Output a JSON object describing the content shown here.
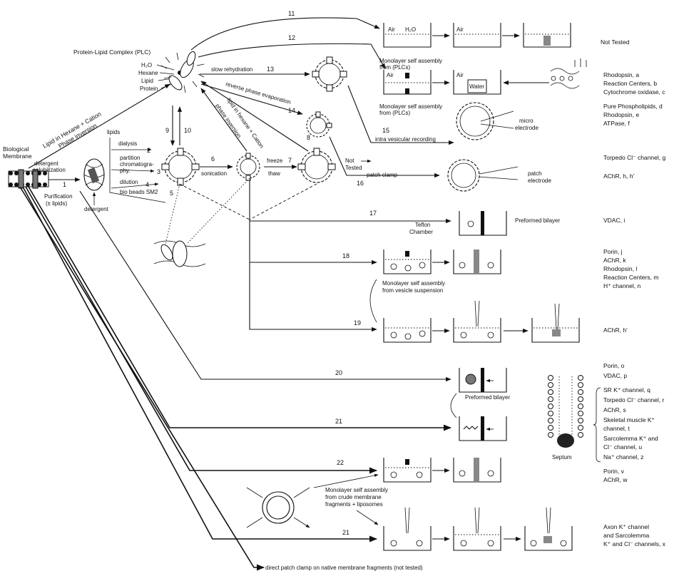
{
  "top": {
    "plc_label": "Protein-Lipid Complex (PLC)",
    "plc_components": [
      "H₂O",
      "Hexane",
      "Lipid",
      "Protein"
    ]
  },
  "left": {
    "bio_membrane": [
      "Biological",
      "Membrane"
    ],
    "detergent_solubilization": [
      "detergent",
      "solubilization"
    ],
    "step1": "1",
    "purification": [
      "Purification",
      "(± lipids)"
    ],
    "detergent": "detergent",
    "lipid_hexane_cation": "Lipid in Hexane + Cation",
    "phase_inversion": "Phase inversion"
  },
  "methods": {
    "lipids": "lipids",
    "dialysis": "dialysis",
    "n2": "2",
    "partition": [
      "partition",
      "chromatogra-",
      "phy."
    ],
    "n3": "3",
    "dilution": "dilution",
    "n4": "4",
    "biobeads": "bio beads SM2",
    "n5": "5",
    "n9": "9",
    "n10": "10",
    "n6": "6",
    "sonication": "sonication",
    "freeze": "freeze",
    "n7": "7",
    "thaw": "thaw",
    "n8": "8",
    "lipid_hexane_cation_2": "lipid in hexane + Cation",
    "phase_inversion_2": "phase inversion",
    "slow_rehydration": "slow rehydration",
    "n13": "13",
    "reverse_phase": "reverse phase evaporation",
    "n14": "14",
    "n15": "15",
    "intra_vesicular": "intra vesicular recording",
    "not_tested": [
      "Not",
      "Tested"
    ],
    "n16": "16",
    "patch_clamp": "patch clamp",
    "n11": "11",
    "n12": "12",
    "n17": "17",
    "n18": "18",
    "n19": "19",
    "n20": "20",
    "n21a": "21",
    "n22": "22",
    "n21b": "21",
    "direct_patch": "direct patch clamp on native membrane fragments (not tested)"
  },
  "apparatus": {
    "air": "Air",
    "h2o": "H₂O",
    "water": "Water",
    "monolayer_plc": [
      "Monolayer self assembly",
      "from (PLCs)"
    ],
    "micro_electrode": [
      "micro",
      "electrode"
    ],
    "patch_electrode": [
      "patch",
      "electrode"
    ],
    "teflon_chamber": [
      "Teflon",
      "Chamber"
    ],
    "preformed_bilayer": "Preformed bilayer",
    "monolayer_vesicle": [
      "Monolayer self assembly",
      "from vesicle suspension"
    ],
    "preformed_bilayer_2": "Preformed bilayer",
    "monolayer_crude": [
      "Monolayer self assembly",
      "from crude membrane",
      "fragments + liposomes"
    ],
    "septum": "Septum"
  },
  "results": {
    "r11": [
      "Not Tested"
    ],
    "r12": [
      "Rhodopsin, a",
      "Reaction Centers, b",
      "Cytochrome oxidase, c"
    ],
    "r13": [
      "Pure Phospholipids, d",
      "Rhodopsin, e",
      "ATPase, f"
    ],
    "r16": [
      "Torpedo Cl⁻ channel, g",
      "",
      "AChR, h, h'"
    ],
    "r17": [
      "VDAC, i"
    ],
    "r18": [
      "Porin, j",
      "AChR, k",
      "Rhodopsin, l",
      "Reaction Centers, m",
      "H⁺ channel, n"
    ],
    "r19": [
      "AChR, h'"
    ],
    "r20": [
      "Porin, o",
      "VDAC, p",
      "SR K⁺ channel, q",
      "Torpedo Cl⁻ channel, r",
      "AChR, s",
      "Skeletal muscle K⁺",
      "channel, t",
      "Sarcolemma K⁺ and",
      "Cl⁻ channel, u",
      "Na⁺ channel, z"
    ],
    "r22": [
      "Porin, v",
      "AChR, w"
    ],
    "r21b": [
      "Axon K⁺ channel",
      "and Sarcolemma",
      "K⁺ and Cl⁻ channels, x"
    ]
  }
}
